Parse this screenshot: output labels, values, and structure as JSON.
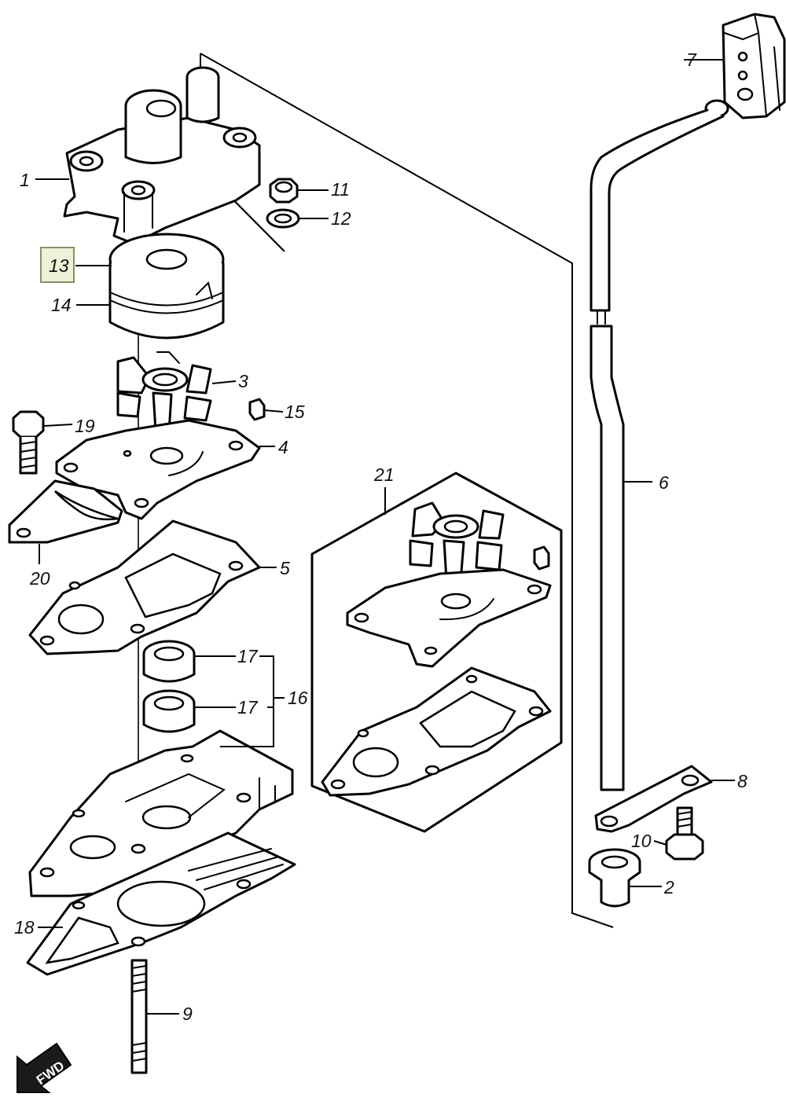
{
  "callouts": {
    "c1": "1",
    "c2": "2",
    "c3": "3",
    "c4": "4",
    "c5": "5",
    "c6": "6",
    "c7": "7",
    "c8": "8",
    "c9": "9",
    "c10": "10",
    "c11": "11",
    "c12": "12",
    "c13": "13",
    "c14": "14",
    "c15": "15",
    "c16": "16",
    "c17a": "17",
    "c17b": "17",
    "c18": "18",
    "c19": "19",
    "c20": "20",
    "c21": "21"
  },
  "selected_callout": "13",
  "direction_label": "FWD",
  "colors": {
    "line": "#000000",
    "highlight": "#eef0d8",
    "background": "#ffffff"
  }
}
